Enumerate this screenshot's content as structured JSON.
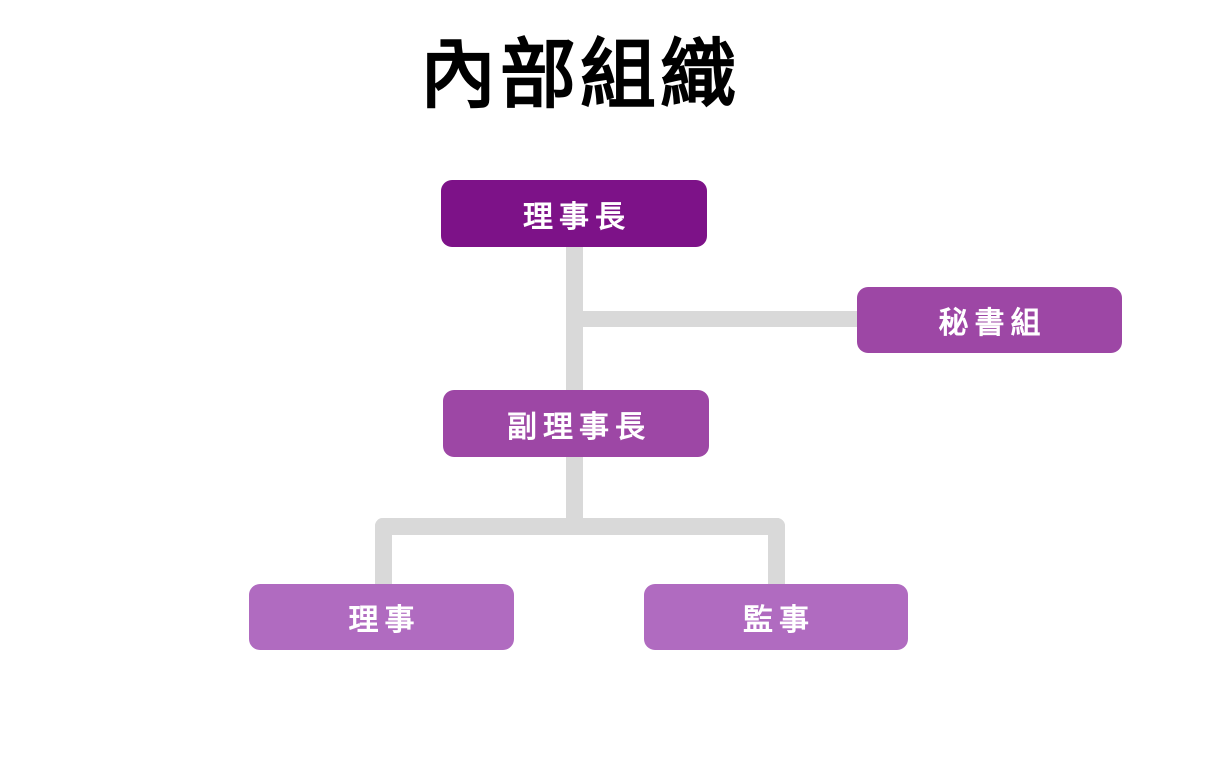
{
  "title": "內部組織",
  "theme": {
    "background": "#ffffff",
    "title_color": "#000000",
    "connector_color": "#d9d9d9",
    "level1_color": "#7d1288",
    "level2_color": "#9d47a5",
    "level3_color": "#b06bc0",
    "node_text_color": "#ffffff"
  },
  "nodes": {
    "chairman": {
      "label": "理事長",
      "level": 1,
      "color": "#7d1288"
    },
    "secretariat": {
      "label": "秘書組",
      "level": 2,
      "color": "#9d47a5"
    },
    "vice_chairman": {
      "label": "副理事長",
      "level": 2,
      "color": "#9d47a5"
    },
    "director": {
      "label": "理事",
      "level": 3,
      "color": "#b06bc0"
    },
    "supervisor": {
      "label": "監事",
      "level": 3,
      "color": "#b06bc0"
    }
  },
  "edges": [
    {
      "from": "chairman",
      "to": "secretariat",
      "style": "elbow-right"
    },
    {
      "from": "chairman",
      "to": "vice_chairman",
      "style": "straight-down"
    },
    {
      "from": "vice_chairman",
      "to": "director",
      "style": "tee-down-left"
    },
    {
      "from": "vice_chairman",
      "to": "supervisor",
      "style": "tee-down-right"
    }
  ]
}
